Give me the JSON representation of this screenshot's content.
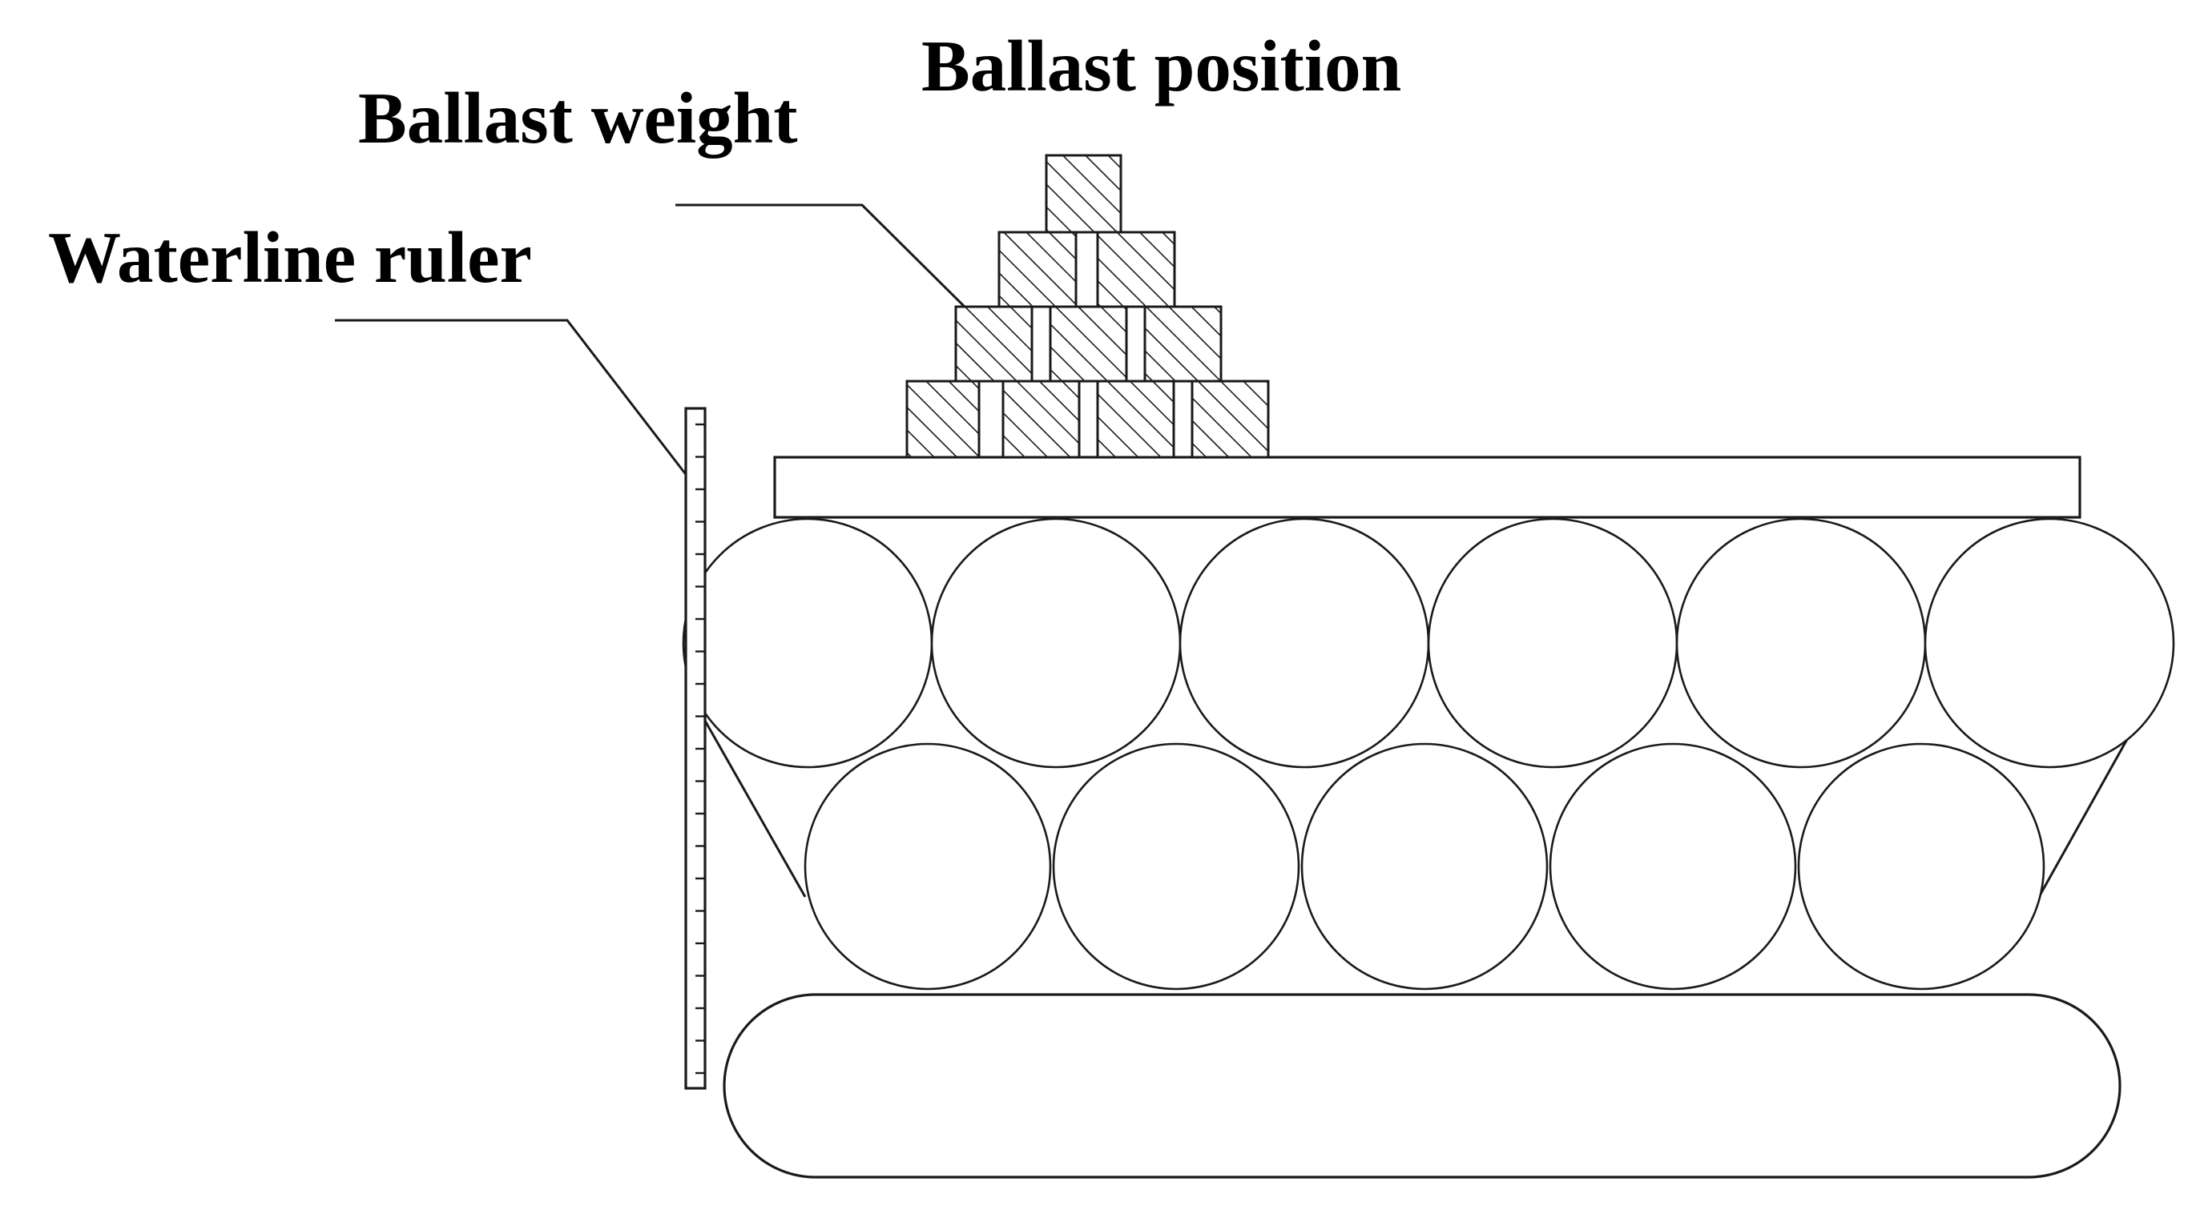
{
  "labels": {
    "ballast_position": "Ballast position",
    "ballast_weight": "Ballast weight",
    "waterline_ruler": "Waterline ruler"
  },
  "colors": {
    "line": "#1a1a1a",
    "background": "#ffffff"
  }
}
